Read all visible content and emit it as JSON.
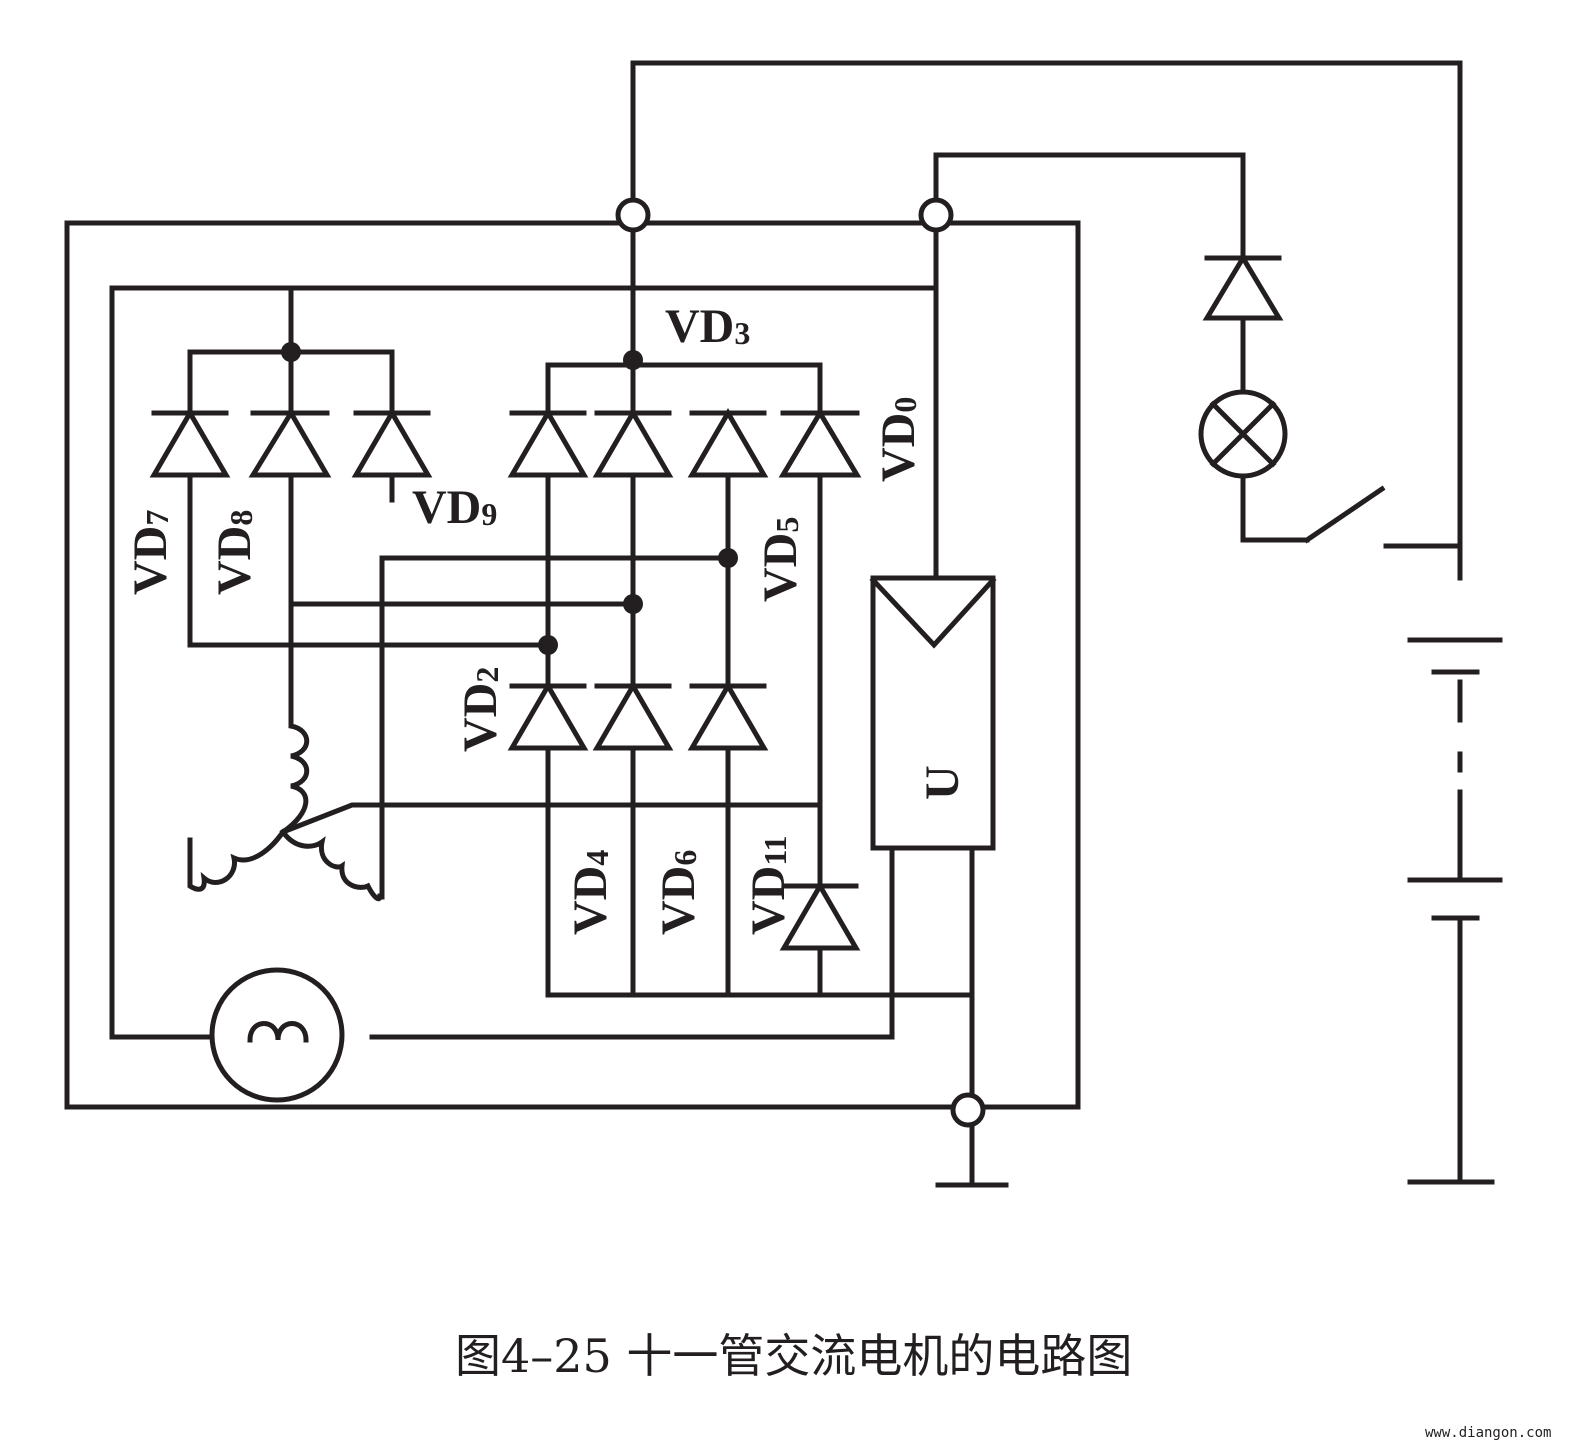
{
  "labels": {
    "vd3": {
      "main": "VD",
      "sub": "3"
    },
    "vd0": {
      "main": "VD",
      "sub": "0"
    },
    "vd7": {
      "main": "VD",
      "sub": "7"
    },
    "vd8": {
      "main": "VD",
      "sub": "8"
    },
    "vd9": {
      "main": "VD",
      "sub": "9"
    },
    "vd5": {
      "main": "VD",
      "sub": "5"
    },
    "vd2": {
      "main": "VD",
      "sub": "2"
    },
    "vd4": {
      "main": "VD",
      "sub": "4"
    },
    "vd6": {
      "main": "VD",
      "sub": "6"
    },
    "vd11": {
      "main": "VD",
      "sub": "11"
    },
    "regulator": "U"
  },
  "caption": "图4–25  十一管交流电机的电路图",
  "watermark": "www.diangon.com"
}
